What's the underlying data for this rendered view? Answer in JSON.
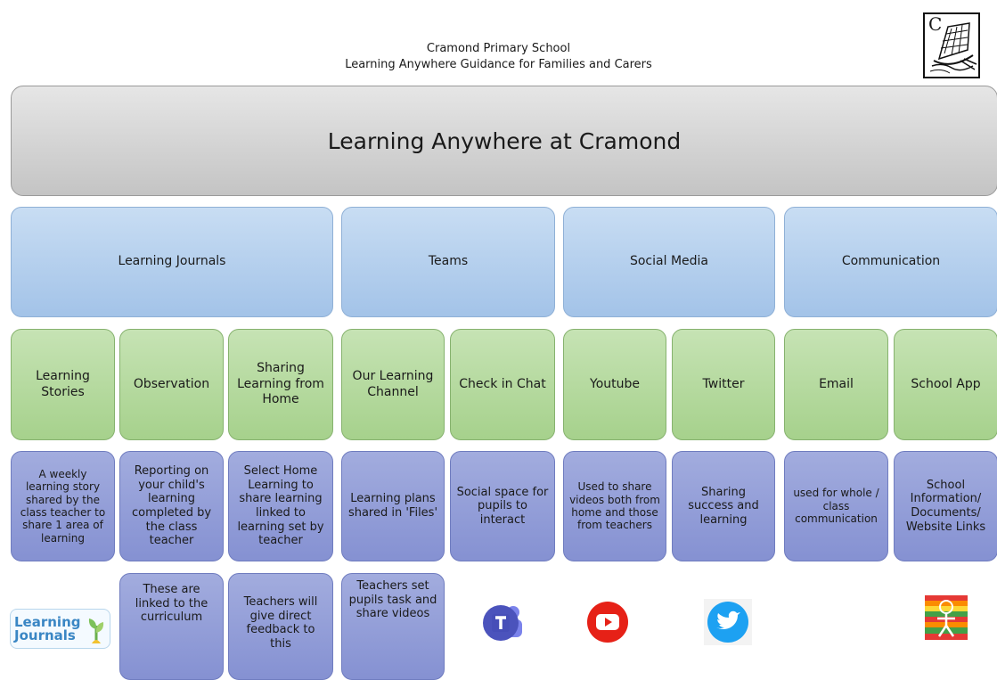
{
  "header": {
    "school": "Cramond Primary School",
    "subtitle": "Learning Anywhere Guidance for Families and Carers",
    "crest_letter": "C"
  },
  "banner": {
    "title": "Learning Anywhere at Cramond"
  },
  "categories": [
    {
      "label": "Learning Journals"
    },
    {
      "label": "Teams"
    },
    {
      "label": "Social Media"
    },
    {
      "label": "Communication"
    }
  ],
  "subtopics": [
    {
      "label": "Learning Stories"
    },
    {
      "label": "Observation"
    },
    {
      "label": "Sharing Learning from Home"
    },
    {
      "label": "Our Learning Channel"
    },
    {
      "label": "Check in Chat"
    },
    {
      "label": "Youtube"
    },
    {
      "label": "Twitter"
    },
    {
      "label": "Email"
    },
    {
      "label": "School App"
    }
  ],
  "descriptions": [
    {
      "text": "A weekly learning story shared by the class teacher to share 1 area of learning"
    },
    {
      "text": "Reporting on your child's learning completed by the class teacher"
    },
    {
      "text": "Select Home Learning to share learning linked to learning set by teacher"
    },
    {
      "text": "Learning plans shared in 'Files'"
    },
    {
      "text": "Social space for pupils to interact"
    },
    {
      "text": "Used to share videos both from home and those from teachers"
    },
    {
      "text": "Sharing success and learning"
    },
    {
      "text": "used for whole / class communication"
    },
    {
      "text": "School Information/ Documents/ Website Links"
    }
  ],
  "extras": [
    {
      "text": "These are linked to the curriculum"
    },
    {
      "text": "Teachers will give direct feedback to this"
    },
    {
      "text": "Teachers set pupils task and share videos"
    }
  ],
  "logos": {
    "learning_journals": {
      "line1": "Learning",
      "line2": "Journals"
    },
    "icons": [
      "teams-icon",
      "youtube-icon",
      "twitter-icon",
      "school-app-icon"
    ]
  },
  "colors": {
    "category_blue": "#a3c3e8",
    "subtopic_green": "#a6d18c",
    "description_purple": "#8591d2",
    "banner_grey": "#c4c4c4"
  }
}
